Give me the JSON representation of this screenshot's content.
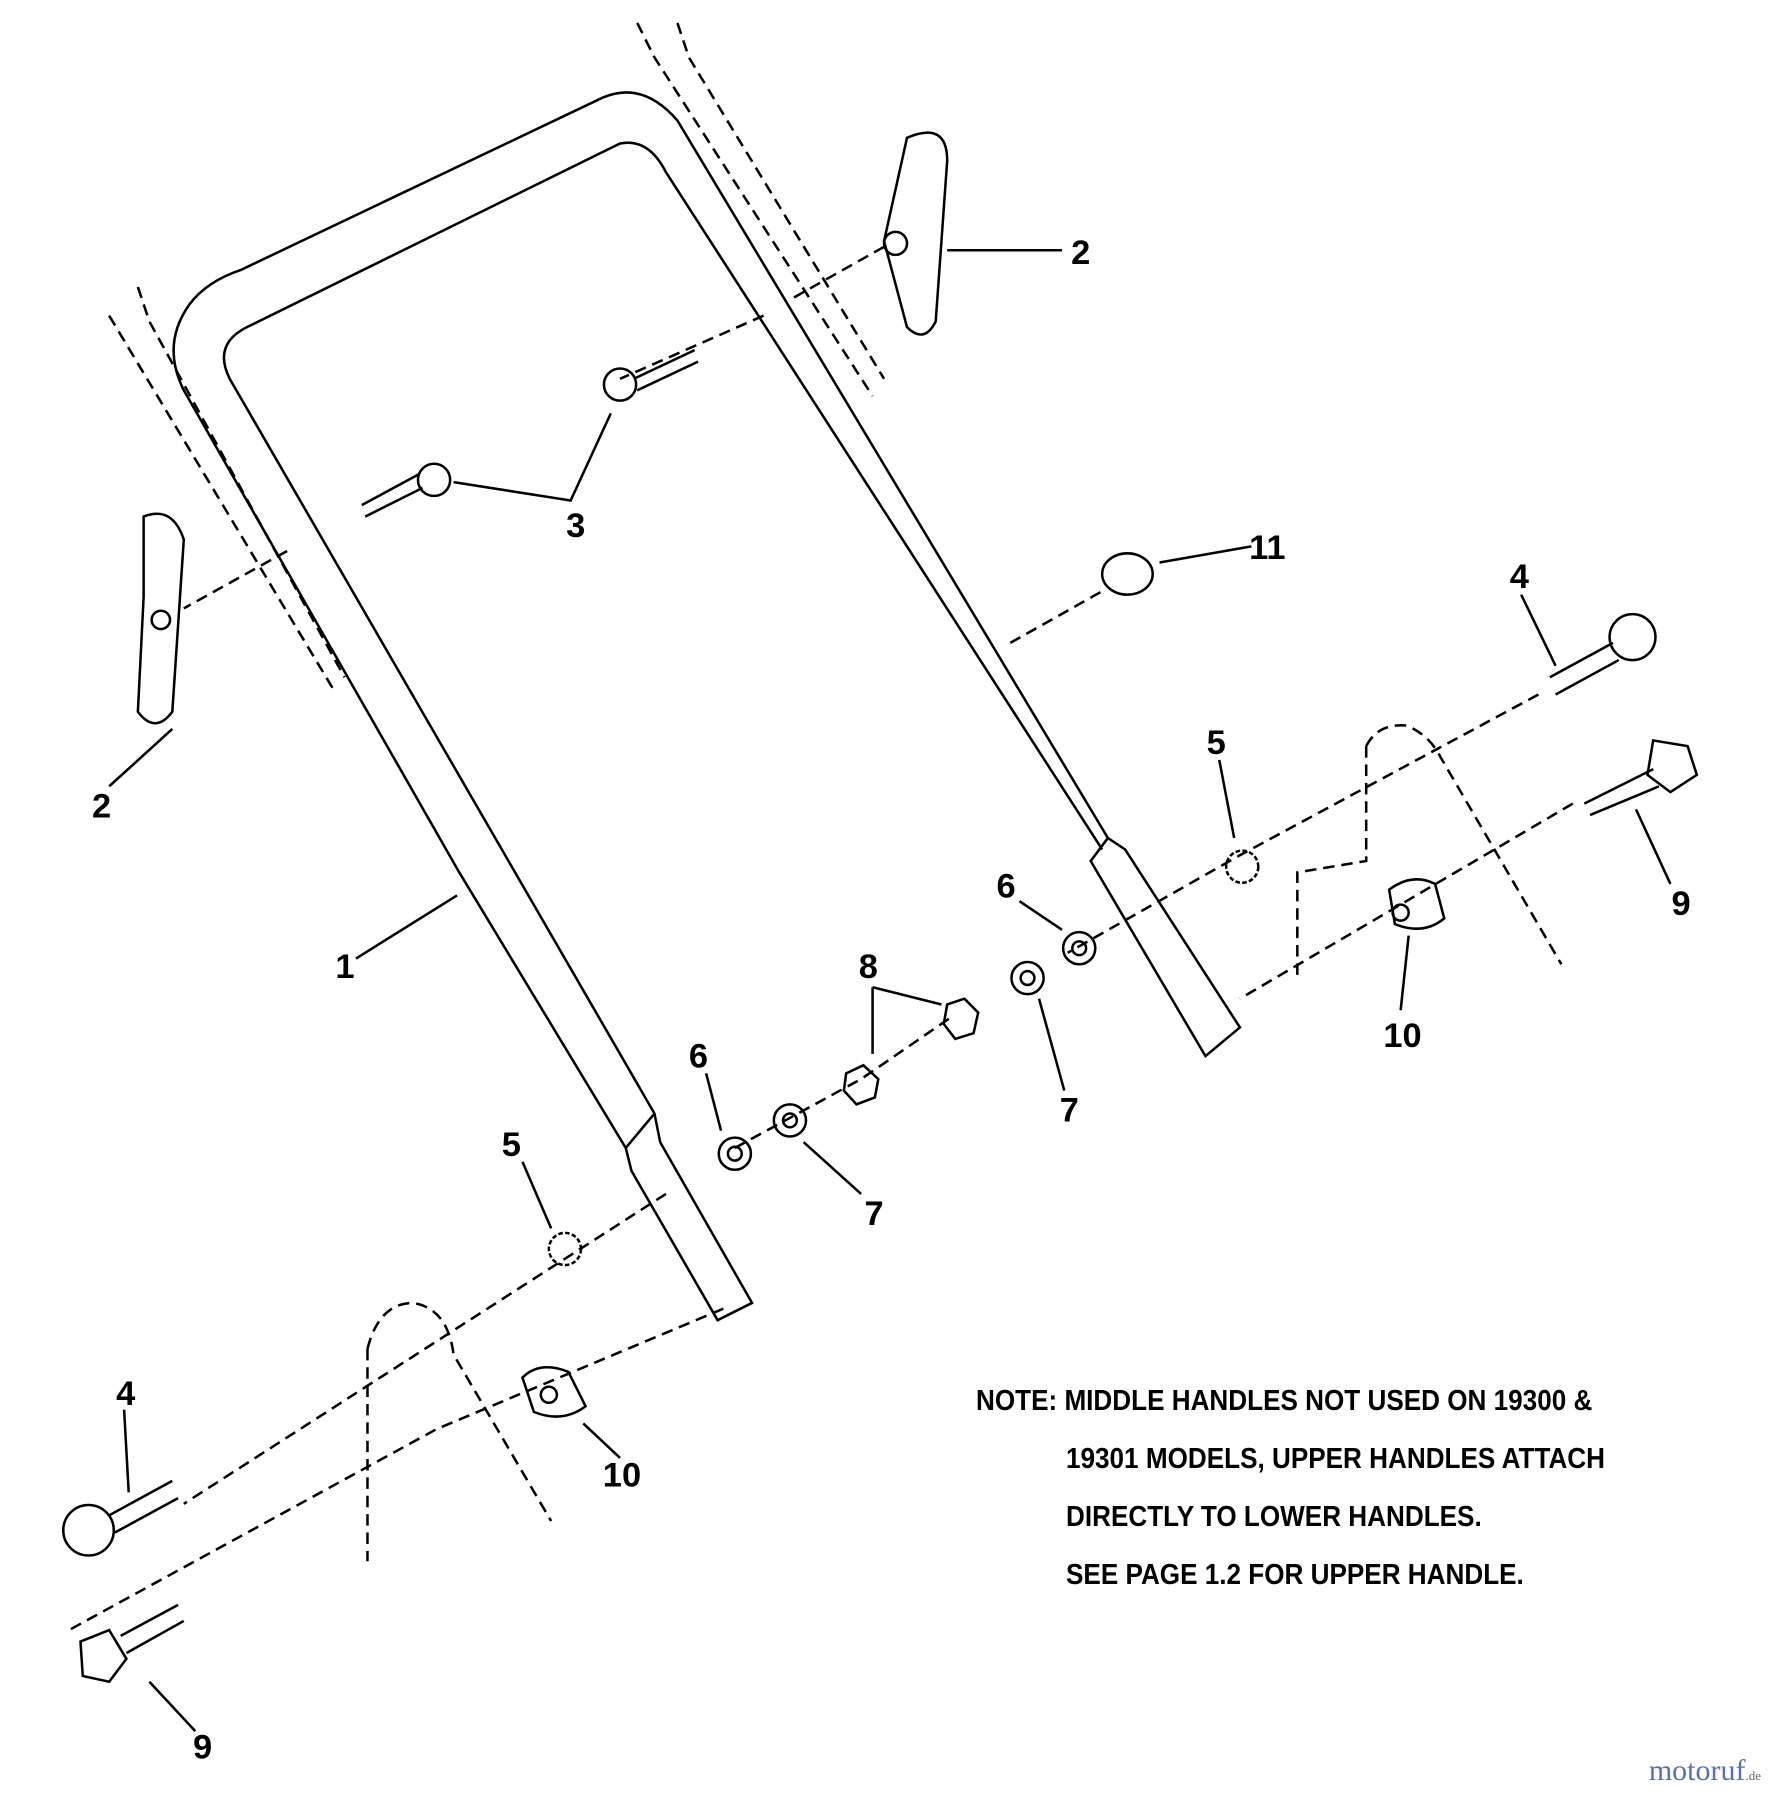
{
  "callouts": [
    "1",
    "2",
    "2",
    "3",
    "4",
    "4",
    "5",
    "5",
    "6",
    "6",
    "7",
    "7",
    "8",
    "9",
    "9",
    "10",
    "10",
    "11"
  ],
  "note": {
    "line1": "NOTE: MIDDLE HANDLES NOT USED ON 19300 &",
    "line2": "19301 MODELS, UPPER HANDLES ATTACH",
    "line3": "DIRECTLY TO LOWER HANDLES.",
    "line4": "SEE PAGE 1.2 FOR UPPER HANDLE."
  },
  "watermark": {
    "name": "motoruf",
    "tld": ".de"
  }
}
